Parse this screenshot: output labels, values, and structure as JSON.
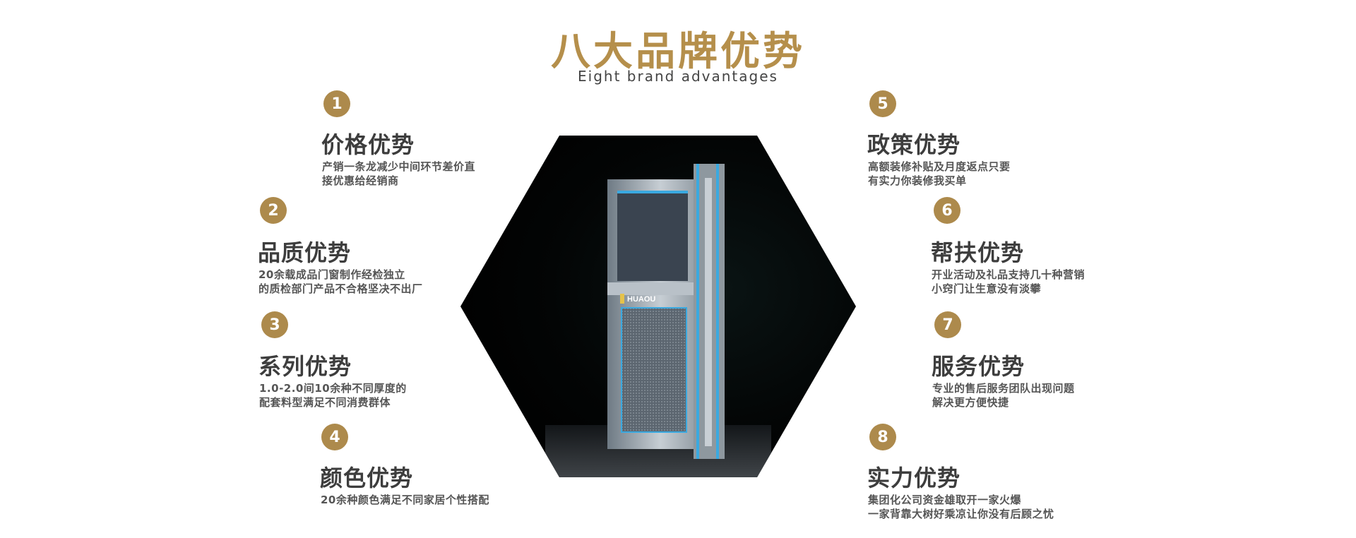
{
  "header": {
    "title": "八大品牌优势",
    "subtitle": "Eight brand advantages"
  },
  "product": {
    "brand_logo": "HUAOU"
  },
  "colors": {
    "gold": "#b58f4b",
    "text": "#3d3d3d"
  },
  "items": [
    {
      "num": "1",
      "title": "价格优势",
      "line1": "产销一条龙减少中间环节差价直",
      "line2": "接优惠给经销商"
    },
    {
      "num": "2",
      "title": "品质优势",
      "line1": "20余载成品门窗制作经检独立",
      "line2": "的质检部门产品不合格坚决不出厂"
    },
    {
      "num": "3",
      "title": "系列优势",
      "line1": "1.0-2.0间10余种不同厚度的",
      "line2": "配套料型满足不同消费群体"
    },
    {
      "num": "4",
      "title": "颜色优势",
      "line1": "20余种颜色满足不同家居个性搭配",
      "line2": ""
    },
    {
      "num": "5",
      "title": "政策优势",
      "line1": "高额装修补贴及月度返点只要",
      "line2": "有实力你装修我买单"
    },
    {
      "num": "6",
      "title": "帮扶优势",
      "line1": "开业活动及礼品支持几十种营销",
      "line2": "小窍门让生意没有淡攀"
    },
    {
      "num": "7",
      "title": "服务优势",
      "line1": "专业的售后服务团队出现问题",
      "line2": "解决更方便快捷"
    },
    {
      "num": "8",
      "title": "实力优势",
      "line1": "集团化公司资金雄取开一家火爆",
      "line2": "一家背靠大树好乘凉让你没有后顾之忧"
    }
  ]
}
